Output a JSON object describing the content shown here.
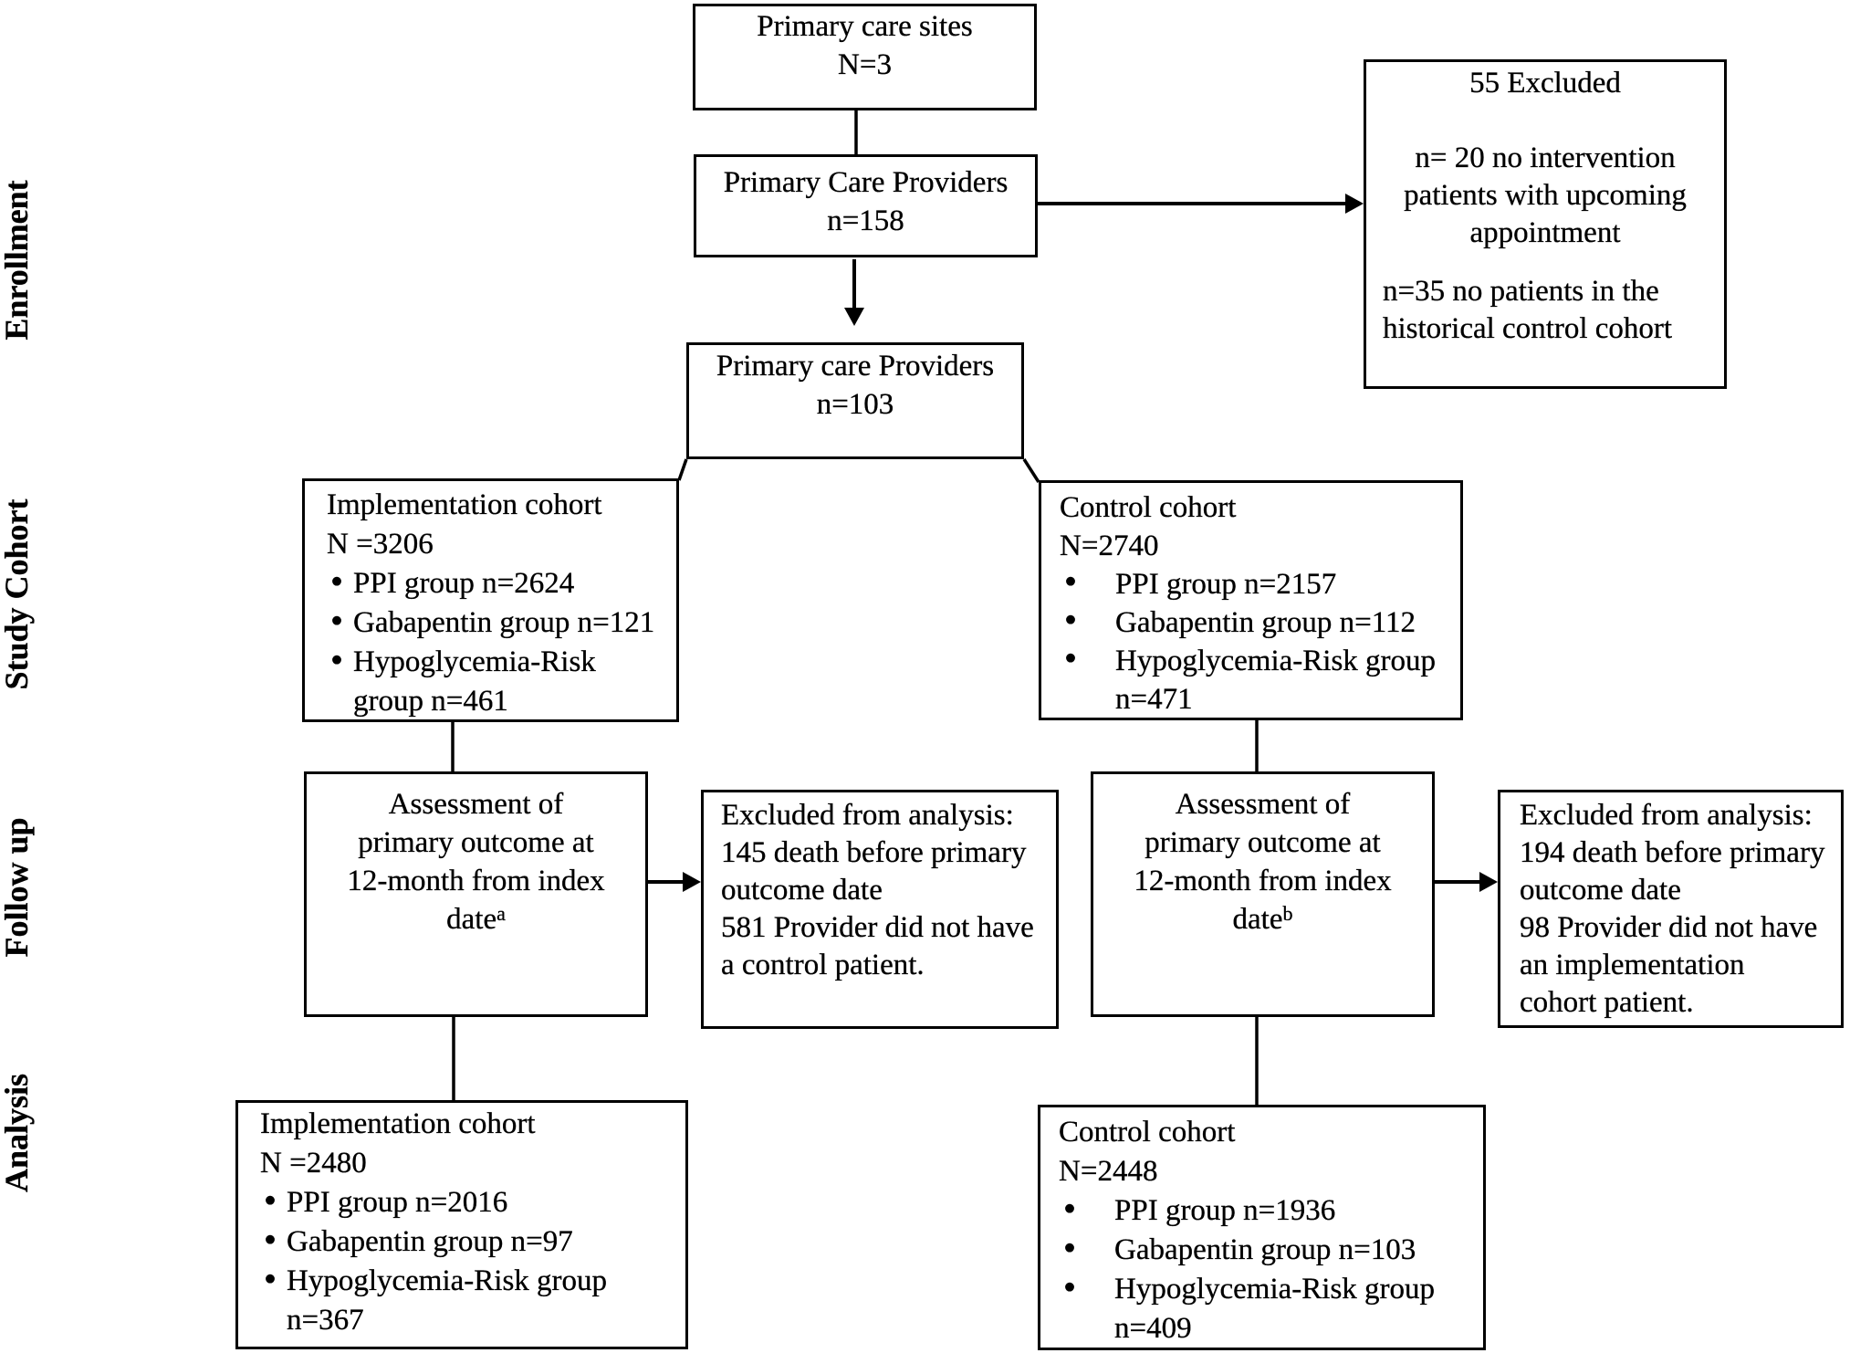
{
  "figure_type": "study-flow-diagram",
  "colors": {
    "ink": "#000000",
    "background": "#ffffff"
  },
  "glyphs": {
    "bullet": "•"
  },
  "sections": [
    {
      "id": "enrollment",
      "label": "Enrollment"
    },
    {
      "id": "study-cohort",
      "label": "Study Cohort"
    },
    {
      "id": "follow-up",
      "label": "Follow up"
    },
    {
      "id": "analysis",
      "label": "Analysis"
    }
  ],
  "boxes": {
    "primary_care_sites": {
      "line1": "Primary care sites",
      "line2": "N=3"
    },
    "primary_care_providers_initial": {
      "line1": "Primary Care Providers",
      "line2": "n=158"
    },
    "excluded_providers": {
      "title": "55 Excluded",
      "reason1": [
        "n= 20 no intervention",
        "patients with upcoming",
        "appointment"
      ],
      "reason2": [
        "n=35 no patients in the",
        "historical control cohort"
      ]
    },
    "primary_care_providers_included": {
      "line1": "Primary care Providers",
      "line2": "n=103"
    },
    "implementation_cohort": {
      "line1": "Implementation cohort",
      "line2": "N =3206",
      "bullets": [
        "PPI group n=2624",
        "Gabapentin group n=121",
        "Hypoglycemia-Risk group n=461"
      ]
    },
    "control_cohort": {
      "line1": "Control cohort",
      "line2": "N=2740",
      "bullets": [
        "PPI group n=2157",
        "Gabapentin group n=112",
        "Hypoglycemia-Risk group n=471"
      ]
    },
    "assessment_implementation": {
      "lines": [
        "Assessment of",
        "primary outcome at",
        "12-month from index",
        "date"
      ],
      "superscript": "a"
    },
    "excluded_analysis_implementation": {
      "lines": [
        "Excluded from analysis:",
        "145 death before primary",
        "outcome date",
        "581 Provider did not have",
        "a control patient."
      ]
    },
    "assessment_control": {
      "lines": [
        "Assessment of",
        "primary outcome at",
        "12-month from index",
        "date"
      ],
      "superscript": "b"
    },
    "excluded_analysis_control": {
      "lines": [
        "Excluded from analysis:",
        "194 death before primary",
        "outcome date",
        "98 Provider did not have",
        "an implementation",
        "cohort patient."
      ]
    },
    "implementation_cohort_analysis": {
      "line1": "Implementation cohort",
      "line2": "N =2480",
      "bullets": [
        "PPI group n=2016",
        "Gabapentin group n=97",
        "Hypoglycemia-Risk group n=367"
      ]
    },
    "control_cohort_analysis": {
      "line1": "Control cohort",
      "line2": "N=2448",
      "bullets": [
        "PPI group n=1936",
        "Gabapentin group n=103",
        "Hypoglycemia-Risk group n=409"
      ]
    }
  }
}
